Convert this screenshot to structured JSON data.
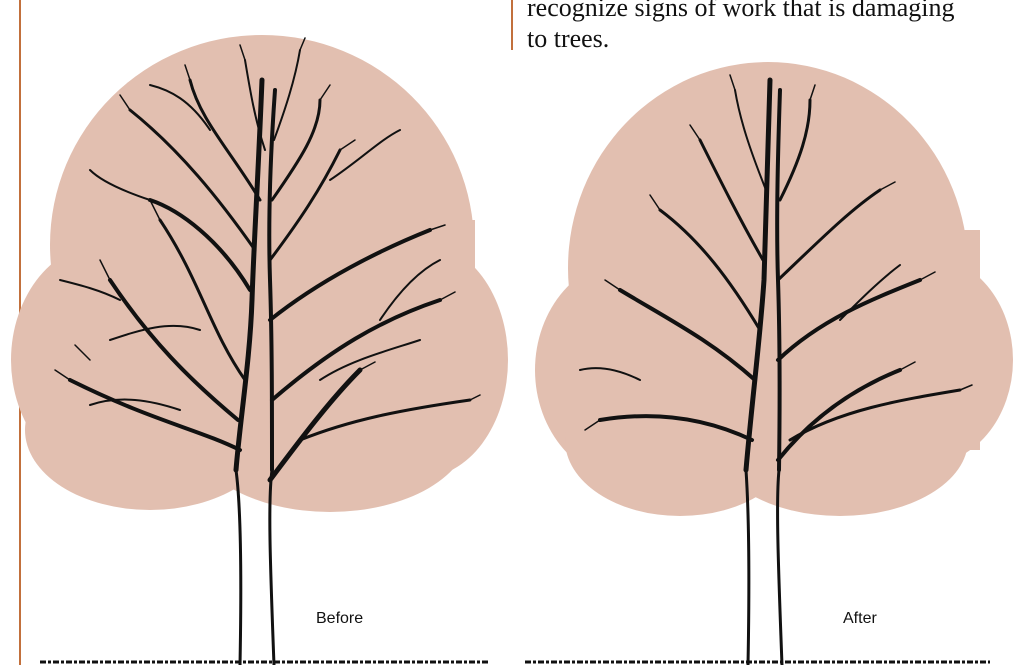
{
  "text_block": {
    "lines": [
      "recognize signs of work that is damaging",
      "to trees."
    ]
  },
  "figures": {
    "before_caption": "Before",
    "after_caption": "After"
  },
  "colors": {
    "crown_fill": "#e2bfb0",
    "rule_color": "#c2703c",
    "ink": "#111111"
  }
}
